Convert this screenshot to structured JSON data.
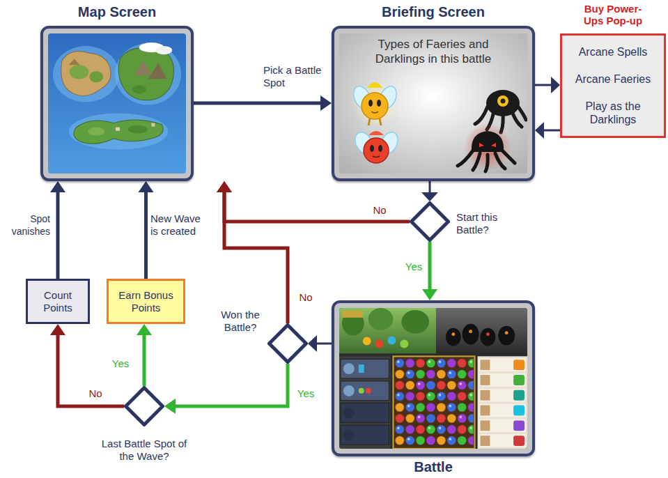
{
  "diagram": {
    "nodes": [
      {
        "text": [
          "Map Screen"
        ]
      },
      {
        "text": [
          "Briefing Screen",
          "Types of Faeries and Darklings in this battle"
        ]
      },
      {
        "text": [
          "Buy Power-Ups Pop-up",
          "Arcane Spells",
          "Arcane Faeries",
          "Play as the Darklings"
        ]
      },
      {
        "text": [
          "Start this Battle?"
        ]
      },
      {
        "text": [
          "Battle"
        ]
      },
      {
        "text": [
          "Won the Battle?"
        ]
      },
      {
        "text": [
          "Last Battle Spot of the Wave?"
        ]
      },
      {
        "text": [
          "Count Points"
        ]
      },
      {
        "text": [
          "Earn Bonus Points"
        ]
      }
    ],
    "edges": [
      {
        "from": 0,
        "to": 1,
        "label": "Pick a Battle Spot",
        "arrow": "to"
      },
      {
        "from": 1,
        "to": 2,
        "arrow": "to"
      },
      {
        "from": 2,
        "to": 1,
        "arrow": "to"
      },
      {
        "from": 1,
        "to": 3,
        "arrow": "to"
      },
      {
        "from": 3,
        "to": 0,
        "label": "No",
        "arrow": "to"
      },
      {
        "from": 3,
        "to": 4,
        "label": "Yes",
        "arrow": "to"
      },
      {
        "from": 4,
        "to": 5,
        "arrow": "to"
      },
      {
        "from": 5,
        "to": 0,
        "label": "No",
        "arrow": "to"
      },
      {
        "from": 5,
        "to": 6,
        "label": "Yes",
        "arrow": "to"
      },
      {
        "from": 6,
        "to": 8,
        "label": "Yes",
        "arrow": "to"
      },
      {
        "from": 6,
        "to": 7,
        "label": "No",
        "arrow": "to"
      },
      {
        "from": 7,
        "to": 0,
        "label": "Spot vanishes",
        "arrow": "to"
      },
      {
        "from": 8,
        "to": 0,
        "label": "New Wave is created",
        "arrow": "to"
      }
    ]
  }
}
